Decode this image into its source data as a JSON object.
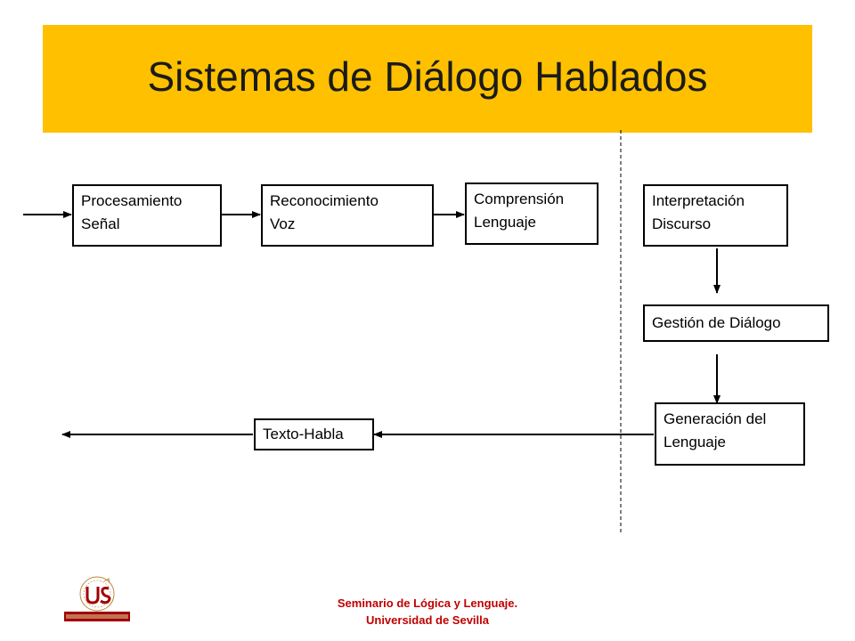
{
  "slide": {
    "title": "Sistemas de Diálogo Hablados",
    "accent_color": "#FFC000"
  },
  "diagram": {
    "nodes": {
      "procesamiento": {
        "line1": "Procesamiento",
        "line2": "Señal"
      },
      "reconocimiento": {
        "line1": "Reconocimiento",
        "line2": "Voz"
      },
      "comprension": {
        "line1": "Comprensión",
        "line2": "Lenguaje"
      },
      "interpretacion": {
        "line1": "Interpretación",
        "line2": "Discurso"
      },
      "gestion": {
        "label": "Gestión de Diálogo"
      },
      "generacion": {
        "line1": "Generación del",
        "line2": "Lenguaje"
      },
      "texto_habla": {
        "label": "Texto-Habla"
      }
    },
    "edges": [
      {
        "from": "input",
        "to": "procesamiento"
      },
      {
        "from": "procesamiento",
        "to": "reconocimiento"
      },
      {
        "from": "reconocimiento",
        "to": "comprension"
      },
      {
        "from": "interpretacion",
        "to": "gestion"
      },
      {
        "from": "gestion",
        "to": "generacion"
      },
      {
        "from": "generacion",
        "to": "texto_habla"
      },
      {
        "from": "texto_habla",
        "to": "output"
      }
    ]
  },
  "footer": {
    "line1": "Seminario de Lógica y Lenguaje.",
    "line2": "Universidad de Sevilla",
    "color": "#C00000"
  },
  "logo": {
    "name": "universidad-de-sevilla-logo",
    "text": "UNIVERSIDAD DE SEVILLA"
  }
}
